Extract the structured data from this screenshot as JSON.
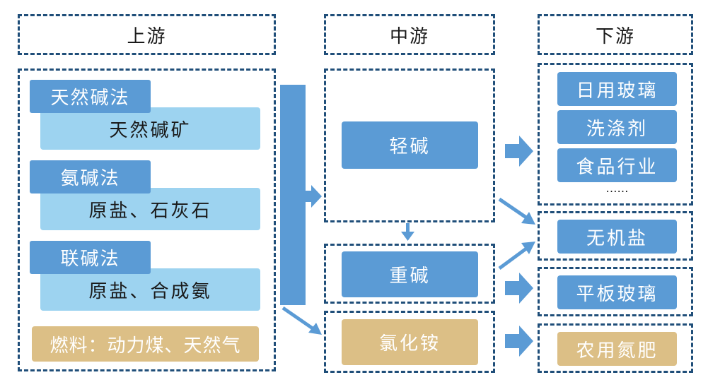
{
  "headers": {
    "upstream": "上游",
    "midstream": "中游",
    "downstream": "下游"
  },
  "upstream": {
    "methods": [
      {
        "name": "天然碱法",
        "raw": "天然碱矿"
      },
      {
        "name": "氨碱法",
        "raw": "原盐、石灰石"
      },
      {
        "name": "联碱法",
        "raw": "原盐、合成氨"
      }
    ],
    "fuel": "燃料：动力煤、天然气"
  },
  "midstream": {
    "light_soda": "轻碱",
    "heavy_soda": "重碱",
    "ammonium_chloride": "氯化铵"
  },
  "downstream": {
    "group1": [
      "日用玻璃",
      "洗涤剂",
      "食品行业"
    ],
    "ellipsis": "……",
    "inorganic_salt": "无机盐",
    "flat_glass": "平板玻璃",
    "nitrogen_fertilizer": "农用氮肥"
  },
  "colors": {
    "blue": "#5b9bd5",
    "light_blue": "#9dd3f0",
    "tan": "#dcbf86",
    "dash_border": "#1f4e79"
  }
}
